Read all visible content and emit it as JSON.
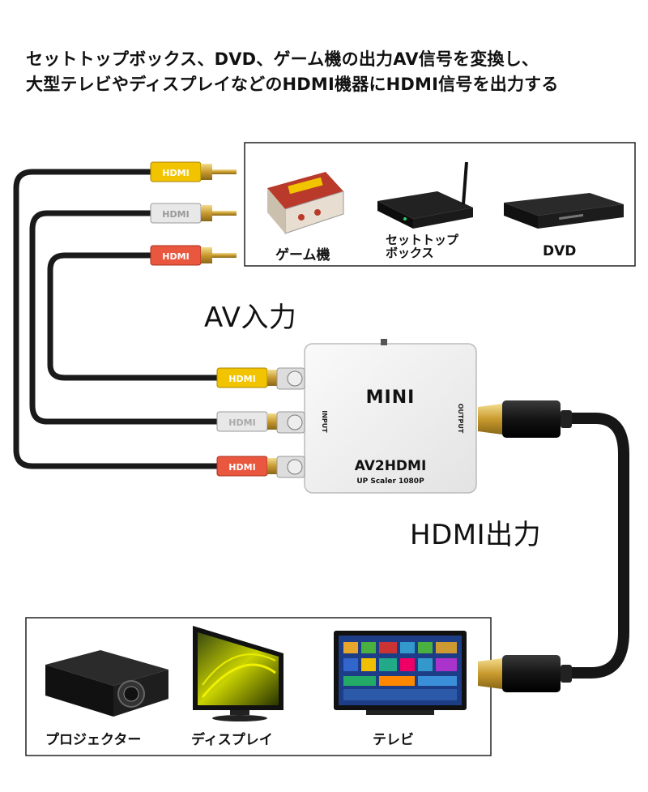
{
  "headline": {
    "line1": "セットトップボックス、DVD、ゲーム機の出力AV信号を変換し、",
    "line2": "大型テレビやディスプレイなどのHDMI機器にHDMI信号を出力する"
  },
  "sources": {
    "game": "ゲーム機",
    "stb_line1": "セットトップ",
    "stb_line2": "ボックス",
    "dvd": "DVD"
  },
  "av_input_label": "AV入力",
  "hdmi_output_label": "HDMI出力",
  "device": {
    "model_top": "MINI",
    "model_main": "AV2HDMI",
    "model_sub": "UP Scaler 1080P",
    "input_port": "INPUT",
    "output_port": "OUTPUT"
  },
  "plug_text": "HDMI",
  "outputs": {
    "projector": "プロジェクター",
    "display": "ディスプレイ",
    "tv": "テレビ"
  },
  "colors": {
    "yellow": "#f2c400",
    "white": "#e8e8e8",
    "red": "#e9573f",
    "cable": "#1a1a1a",
    "gold": "#c8a040"
  }
}
